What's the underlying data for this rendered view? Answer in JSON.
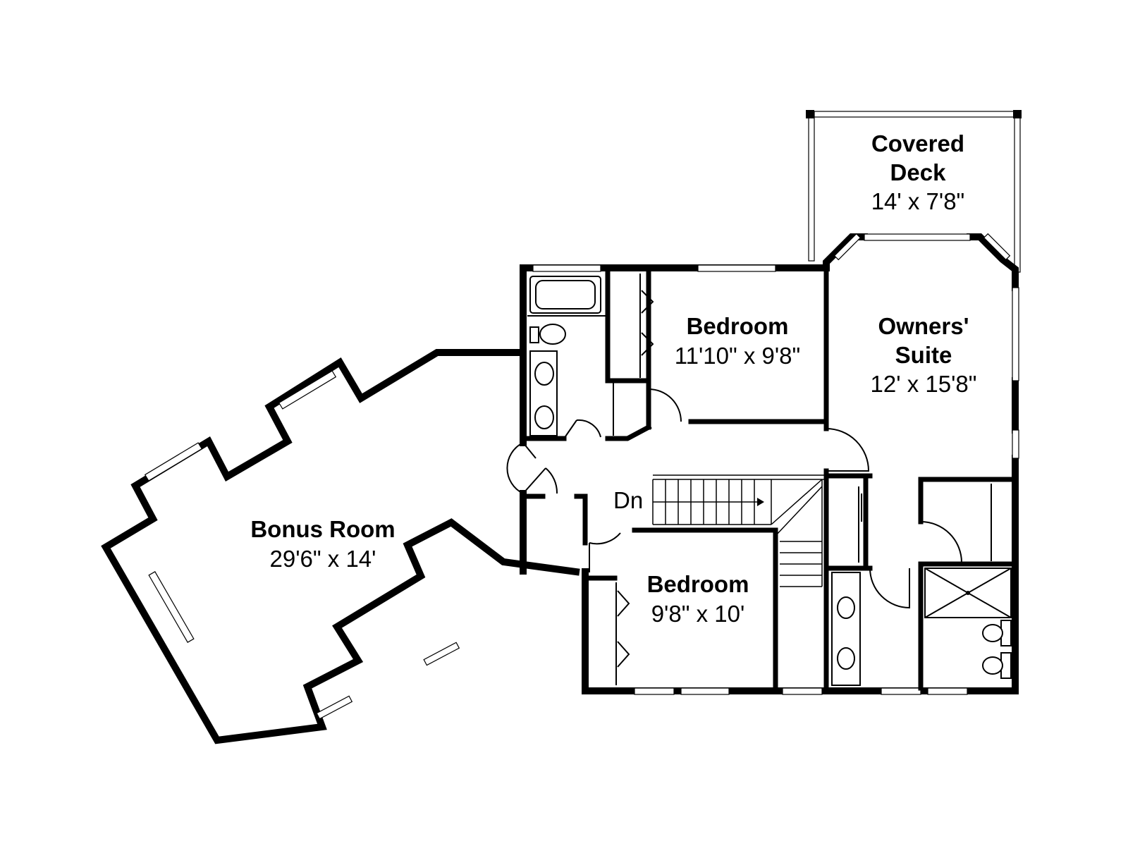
{
  "rooms": {
    "covered_deck": {
      "name_line1": "Covered",
      "name_line2": "Deck",
      "size": "14' x 7'8\""
    },
    "owners_suite": {
      "name_line1": "Owners'",
      "name_line2": "Suite",
      "size": "12' x 15'8\""
    },
    "bedroom_upper": {
      "name": "Bedroom",
      "size": "11'10\" x 9'8\""
    },
    "bedroom_lower": {
      "name": "Bedroom",
      "size": "9'8\" x 10'"
    },
    "bonus_room": {
      "name": "Bonus Room",
      "size": "29'6\" x 14'"
    }
  },
  "stairs": {
    "label": "Dn"
  }
}
